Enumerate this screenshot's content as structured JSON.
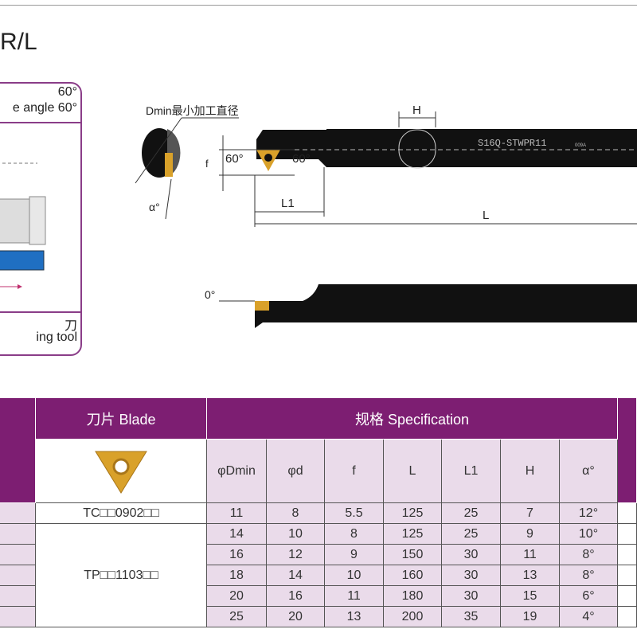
{
  "header": {
    "title": "R/L"
  },
  "left_box": {
    "angle_line1": "60°",
    "angle_line2": "e angle 60°",
    "tool_line1": "刀",
    "tool_line2": "ing tool"
  },
  "drawing": {
    "dmin_label": "Dmin最小加工直径",
    "alpha_label": "α°",
    "f_label": "f",
    "angle_left": "60°",
    "angle_right": "60°",
    "h_label": "H",
    "l1_label": "L1",
    "l_label": "L",
    "model_marking": "S16Q-STWPR11",
    "small_marking": "009A",
    "rake_label": "0°"
  },
  "colors": {
    "header_purple": "#7d1e72",
    "row_pink": "#eadbea",
    "insert_gold": "#d9a12a",
    "tool_black": "#111111",
    "workpiece_blue": "#1f6fc2"
  },
  "table": {
    "blade_header": "刀片 Blade",
    "spec_header": "规格 Specification",
    "columns": [
      "φDmin",
      "φd",
      "f",
      "L",
      "L1",
      "H",
      "α°"
    ],
    "blade_groups": [
      {
        "code": "TC□□0902□□",
        "rows": 1
      },
      {
        "code": "TP□□1103□□",
        "rows": 5
      }
    ],
    "rows": [
      [
        "11",
        "8",
        "5.5",
        "125",
        "25",
        "7",
        "12°"
      ],
      [
        "14",
        "10",
        "8",
        "125",
        "25",
        "9",
        "10°"
      ],
      [
        "16",
        "12",
        "9",
        "150",
        "30",
        "11",
        "8°"
      ],
      [
        "18",
        "14",
        "10",
        "160",
        "30",
        "13",
        "8°"
      ],
      [
        "20",
        "16",
        "11",
        "180",
        "30",
        "15",
        "6°"
      ],
      [
        "25",
        "20",
        "13",
        "200",
        "35",
        "19",
        "4°"
      ]
    ]
  }
}
